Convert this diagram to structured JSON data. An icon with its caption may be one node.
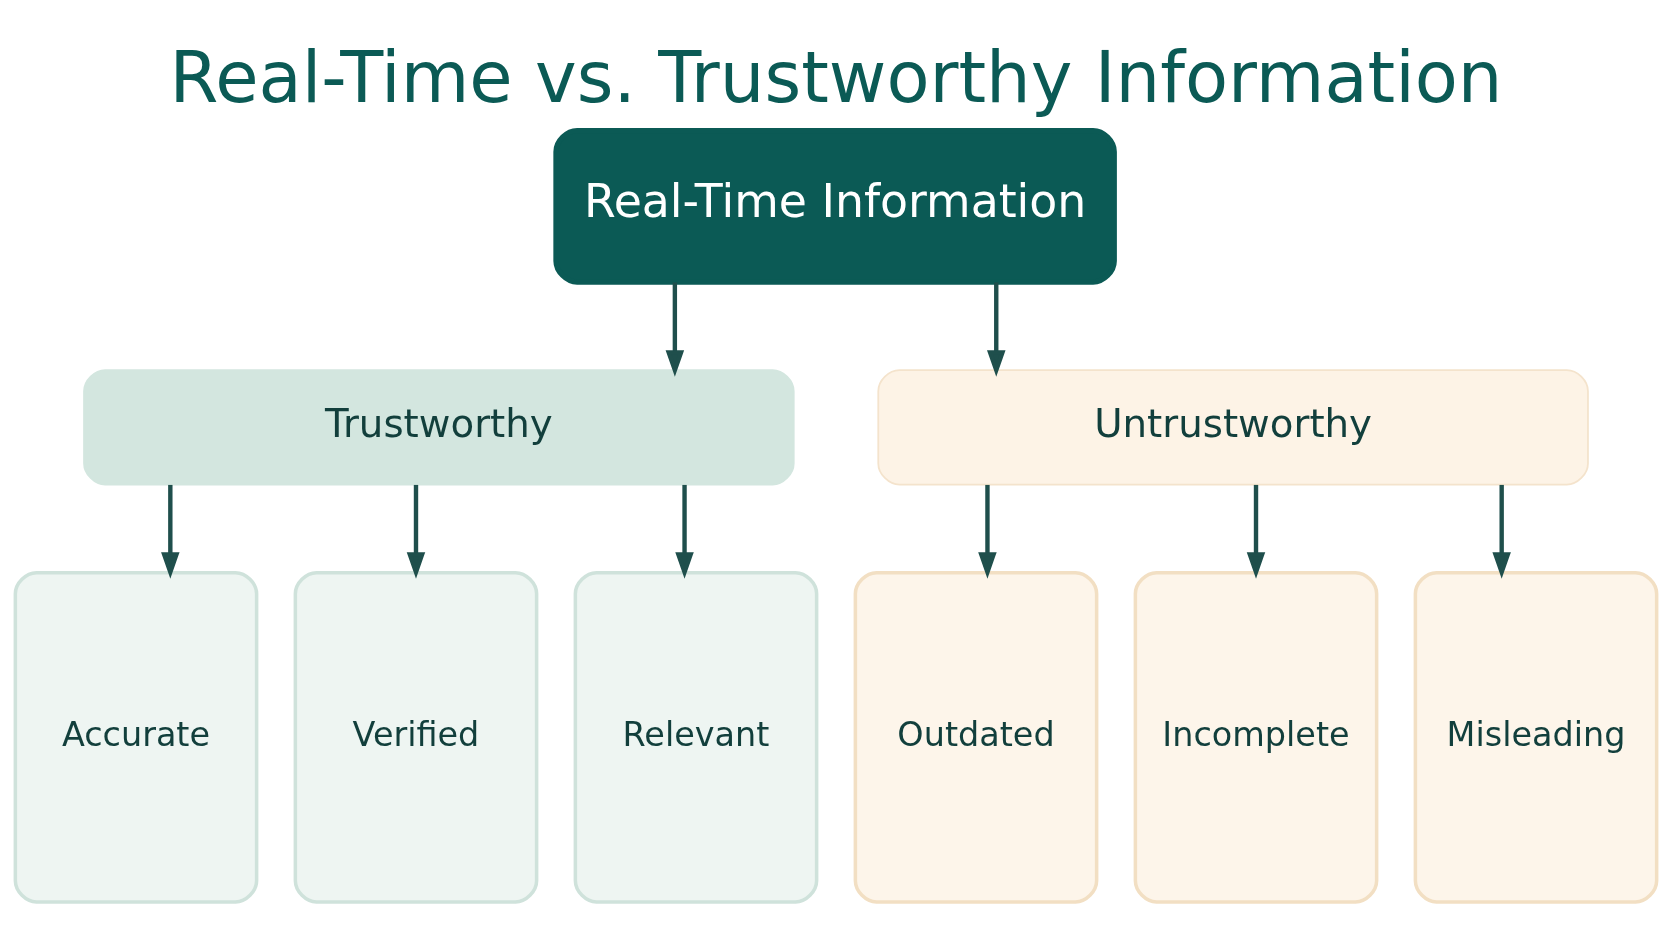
{
  "diagram": {
    "title": "Real-Time vs. Trustworthy Information",
    "nodes": [
      {
        "text": [
          "Real-Time Information"
        ]
      },
      {
        "text": [
          "Trustworthy"
        ]
      },
      {
        "text": [
          "Untrustworthy"
        ]
      },
      {
        "text": [
          "Accurate"
        ]
      },
      {
        "text": [
          "Verified"
        ]
      },
      {
        "text": [
          "Relevant"
        ]
      },
      {
        "text": [
          "Outdated"
        ]
      },
      {
        "text": [
          "Incomplete"
        ]
      },
      {
        "text": [
          "Misleading"
        ]
      }
    ],
    "edges": [
      {
        "from": 0,
        "to": 1,
        "arrow": "to"
      },
      {
        "from": 0,
        "to": 2,
        "arrow": "to"
      },
      {
        "from": 1,
        "to": 3,
        "arrow": "to"
      },
      {
        "from": 1,
        "to": 4,
        "arrow": "to"
      },
      {
        "from": 1,
        "to": 5,
        "arrow": "to"
      },
      {
        "from": 2,
        "to": 6,
        "arrow": "to"
      },
      {
        "from": 2,
        "to": 7,
        "arrow": "to"
      },
      {
        "from": 2,
        "to": 8,
        "arrow": "to"
      }
    ]
  }
}
